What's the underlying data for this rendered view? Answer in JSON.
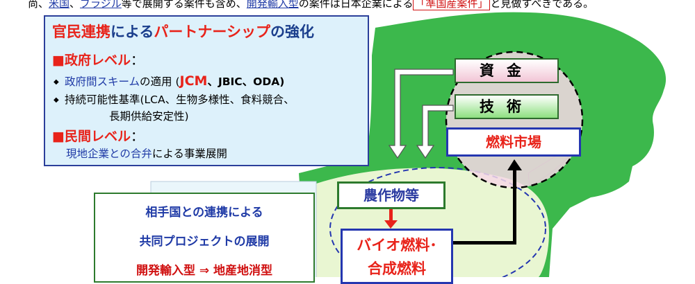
{
  "top_text": {
    "p1": "尚、",
    "us": "米国",
    "p2": "、",
    "brazil": "ブラジル",
    "p3": "等で展開する案件も含め、",
    "dev_import": "開発輸入型",
    "p4": "の案件は日本企業による",
    "quasi": "「準国産案件」",
    "p5": "と見做すべきである。"
  },
  "partnership": {
    "title_1": "官民連携",
    "title_2": "による",
    "title_3": "パートナーシップ",
    "title_4": "の強化",
    "gov_heading": "■政府レベル",
    "colon": "：",
    "gov_b1_a": "政府間スキーム",
    "gov_b1_b": "の適用 (",
    "gov_b1_jcm": "JCM",
    "gov_b1_c": "、JBIC、ODA)",
    "gov_b2_l1": "持続可能性基準(LCA、生物多様性、食料競合、",
    "gov_b2_l2": "長期供給安定性)",
    "priv_heading": "■民間レベル",
    "priv_line_a": "現地企業との合弁",
    "priv_line_b": "による事業展開",
    "bullet_symbol": "◆"
  },
  "flow": {
    "fund": "資金",
    "tech": "技術",
    "market": "燃料市場",
    "crops": "農作物等",
    "bio_l1": "バイオ燃料･",
    "bio_l2": "合成燃料"
  },
  "joint": {
    "l1": "相手国との連携による",
    "l2": "共同プロジェクトの展開",
    "l3": "開発輸入型 ⇒ 地産地消型"
  },
  "colors": {
    "map_green": "#3cb84c",
    "light_green": "#e9f6d2",
    "circle_pink": "#f6d8e6",
    "partnership_bg": "#ddf1fb",
    "accent_red": "#e8231a",
    "accent_blue": "#2436b0"
  }
}
